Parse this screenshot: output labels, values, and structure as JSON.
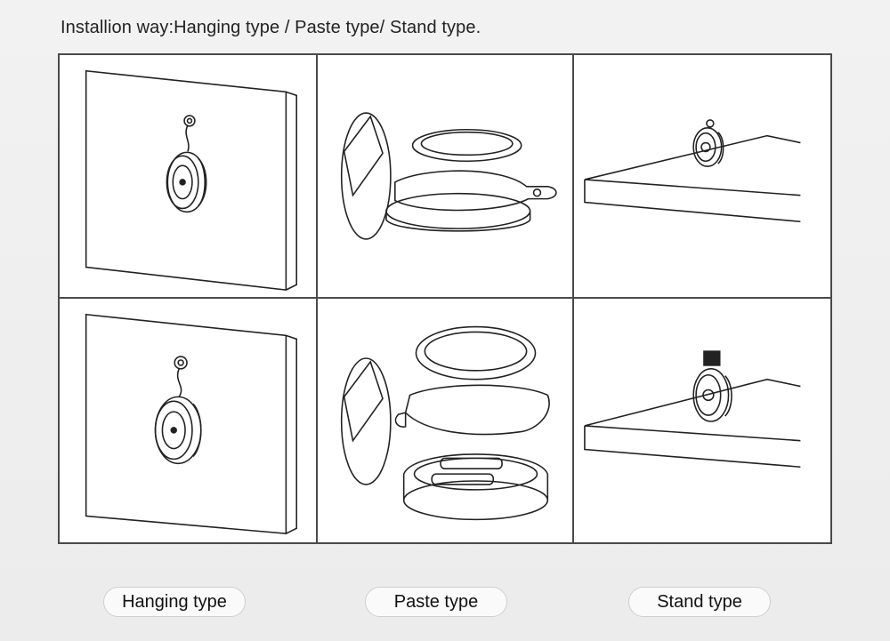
{
  "header": {
    "title": "Installion way:Hanging type / Paste type/ Stand type."
  },
  "figures": {
    "hanging_top": {
      "icon": "hanging-mount-icon"
    },
    "paste_top": {
      "icon": "paste-mount-icon"
    },
    "stand_top": {
      "icon": "stand-mount-icon"
    },
    "hanging_bottom": {
      "icon": "hanging-mount-icon"
    },
    "paste_bottom": {
      "icon": "battery-compartment-icon"
    },
    "stand_bottom": {
      "icon": "stand-mount-icon"
    }
  },
  "labels": {
    "hanging": "Hanging type",
    "paste": "Paste type",
    "stand": "Stand type"
  }
}
